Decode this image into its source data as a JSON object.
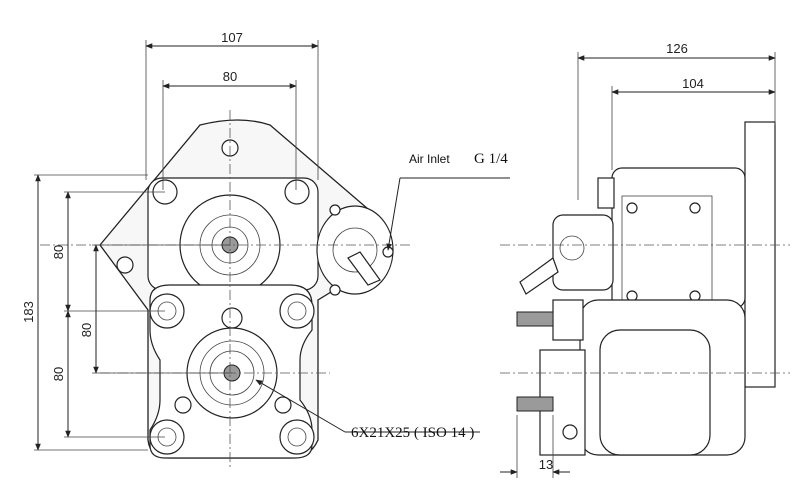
{
  "dimensions": {
    "front_width_top": "107",
    "front_width_bolt": "80",
    "front_height_total": "183",
    "front_vertical_upper": "80",
    "front_vertical_lower": "80",
    "front_vertical_inner": "80",
    "side_width_total": "126",
    "side_width_inner": "104",
    "side_shaft": "13"
  },
  "labels": {
    "air_inlet": "Air Inlet",
    "thread": "G 1/4",
    "spline": "6X21X25 ( ISO 14 )"
  }
}
